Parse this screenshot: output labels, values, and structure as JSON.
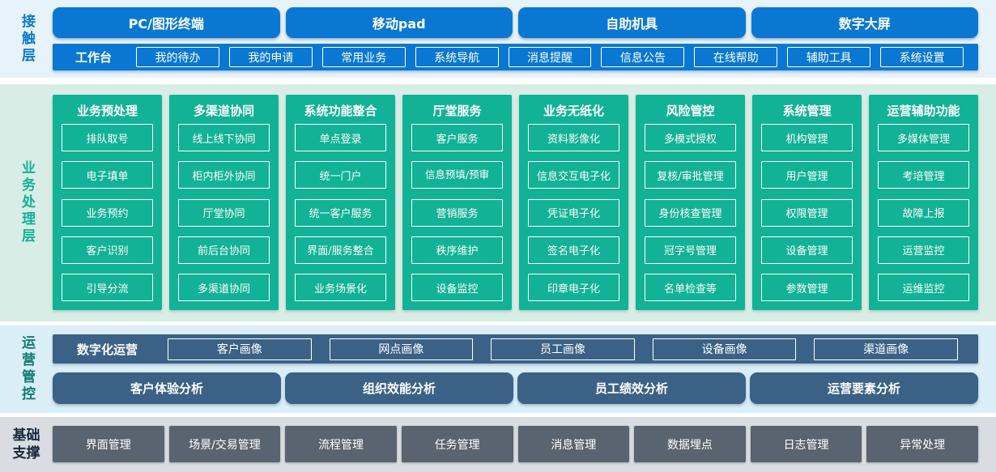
{
  "colors": {
    "blue": "#0a78d2",
    "light_blue_bg": "#e6f3fb",
    "green": "#12b296",
    "light_green_bg": "#d8ede5",
    "slate": "#3b6286",
    "ops_light_blue_bg": "#daeef8",
    "teal_label": "#117a74",
    "gray_bg": "#d9dce0",
    "gray_button": "#5a6470",
    "dark_navy_label": "#15273e"
  },
  "contact_layer": {
    "label": "接触层",
    "terminals": [
      "PC/图形终端",
      "移动pad",
      "自助机具",
      "数字大屏"
    ],
    "workbench": {
      "label": "工作台",
      "items": [
        "我的待办",
        "我的申请",
        "常用业务",
        "系统导航",
        "消息提醒",
        "信息公告",
        "在线帮助",
        "辅助工具",
        "系统设置"
      ]
    }
  },
  "business_layer": {
    "label": "业务处理层",
    "columns": [
      {
        "title": "业务预处理",
        "items": [
          "排队取号",
          "电子填单",
          "业务预约",
          "客户识别",
          "引导分流"
        ]
      },
      {
        "title": "多渠道协同",
        "items": [
          "线上线下协同",
          "柜内柜外协同",
          "厅堂协同",
          "前后台协同",
          "多渠道协同"
        ]
      },
      {
        "title": "系统功能整合",
        "items": [
          "单点登录",
          "统一门户",
          "统一客户服务",
          "界面/服务整合",
          "业务场景化"
        ]
      },
      {
        "title": "厅堂服务",
        "items": [
          "客户服务",
          "信息预填/预审",
          "营销服务",
          "秩序维护",
          "设备监控"
        ]
      },
      {
        "title": "业务无纸化",
        "items": [
          "资料影像化",
          "信息交互电子化",
          "凭证电子化",
          "签名电子化",
          "印章电子化"
        ]
      },
      {
        "title": "风险管控",
        "items": [
          "多模式授权",
          "复核/审批管理",
          "身份核查管理",
          "冠字号管理",
          "名单检查等"
        ]
      },
      {
        "title": "系统管理",
        "items": [
          "机构管理",
          "用户管理",
          "权限管理",
          "设备管理",
          "参数管理"
        ]
      },
      {
        "title": "运营辅助功能",
        "items": [
          "多媒体管理",
          "考培管理",
          "故障上报",
          "运营监控",
          "运维监控"
        ]
      }
    ]
  },
  "operations_layer": {
    "label": "运营管控",
    "digital_ops": {
      "label": "数字化运营",
      "items": [
        "客户画像",
        "网点画像",
        "员工画像",
        "设备画像",
        "渠道画像"
      ]
    },
    "analysis": [
      "客户体验分析",
      "组织效能分析",
      "员工绩效分析",
      "运营要素分析"
    ]
  },
  "base_layer": {
    "label": "基础支撑",
    "items": [
      "界面管理",
      "场景/交易管理",
      "流程管理",
      "任务管理",
      "消息管理",
      "数据埋点",
      "日志管理",
      "异常处理"
    ]
  }
}
